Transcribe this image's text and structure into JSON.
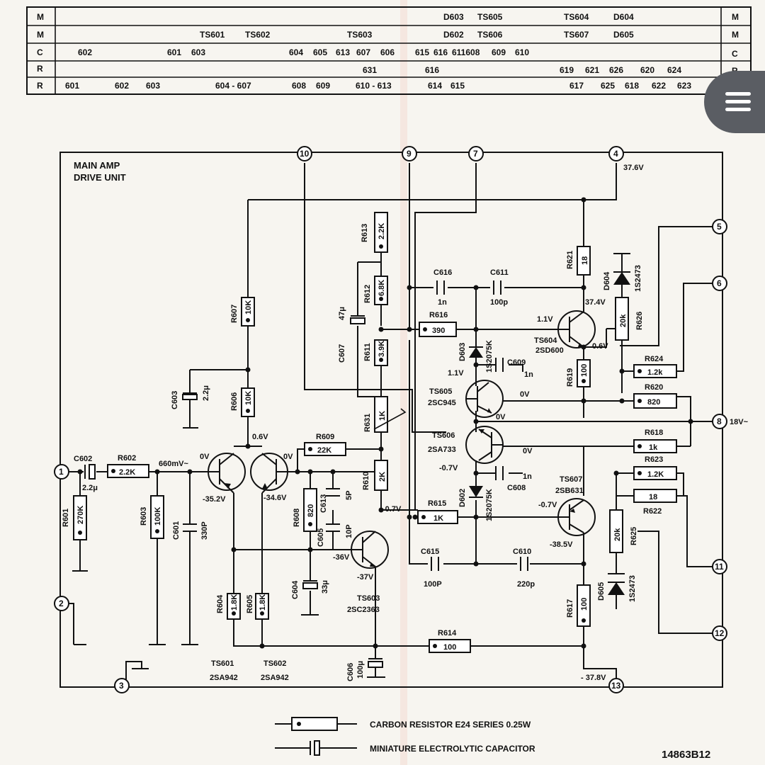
{
  "table": {
    "row_labels": [
      "M",
      "M",
      "C",
      "R",
      "R"
    ],
    "right_labels": [
      "M",
      "M",
      "C",
      "R"
    ],
    "rows": [
      [
        "D603",
        "TS605",
        "TS604",
        "D604"
      ],
      [
        "TS601",
        "TS602",
        "TS603",
        "D602",
        "TS606",
        "TS607",
        "D605"
      ],
      [
        "602",
        "601",
        "603",
        "604",
        "605",
        "613",
        "607",
        "606",
        "615",
        "616",
        "611608",
        "609",
        "610"
      ],
      [
        "631",
        "616",
        "619",
        "621",
        "626",
        "620",
        "624"
      ],
      [
        "601",
        "602",
        "603",
        "604 - 607",
        "608",
        "609",
        "610 - 613",
        "614",
        "615",
        "617",
        "625",
        "618",
        "622",
        "623"
      ]
    ]
  },
  "title": {
    "line1": "MAIN AMP",
    "line2": "DRIVE UNIT"
  },
  "nodes": [
    "1",
    "2",
    "3",
    "4",
    "5",
    "6",
    "7",
    "8",
    "9",
    "10",
    "11",
    "12",
    "13"
  ],
  "resistors": {
    "R601": "270K",
    "R602": "2.2K",
    "R603": "100K",
    "R604": "1.8K",
    "R605": "1.8K",
    "R606": "10K",
    "R607": "10K",
    "R608": "820",
    "R609": "22K",
    "R610": "2K",
    "R611": "3.9K",
    "R612": "6.8K",
    "R613": "2.2K",
    "R614": "100",
    "R615": "1K",
    "R616": "390",
    "R617": "100",
    "R618": "1k",
    "R619": "100",
    "R620": "820",
    "R621": "18",
    "R622": "18",
    "R623": "1.2K",
    "R624": "1.2k",
    "R625": "20k",
    "R626": "20k",
    "R631": "1K"
  },
  "capacitors": {
    "C601": "330P",
    "C602": "2.2μ",
    "C603": "2.2μ",
    "C604": "33μ",
    "C605": "10P",
    "C606": "100μ",
    "C607": "47μ",
    "C608": "1n",
    "C609": "1n",
    "C610": "220p",
    "C611": "100p",
    "C613": "5P",
    "C615": "100P",
    "C616": "1n"
  },
  "transistors": {
    "TS601": "2SA942",
    "TS602": "2SA942",
    "TS603": "2SC2363",
    "TS604": "2SD600",
    "TS605": "2SC945",
    "TS606": "2SA733",
    "TS607": "2SB631"
  },
  "diodes": {
    "D602": "1S2075K",
    "D603": "1S2075K",
    "D604": "1S2473",
    "D605": "1S2473"
  },
  "voltages": {
    "pos_rail": "37.6V",
    "neg_rail": "- 37.8V",
    "ac_in": "660mV~",
    "ac_18": "18V~",
    "v_0": "0V",
    "v_06": "0.6V",
    "v_352": "-35.2V",
    "v_346": "-34.6V",
    "v_36": "-36V",
    "v_37": "-37V",
    "v_07": "-0.7V",
    "v_11": "1.1V",
    "v_374": "37.4V",
    "v_385": "-38.5V"
  },
  "legend": {
    "resistor": "CARBON RESISTOR E24 SERIES  0.25W",
    "capacitor": "MINIATURE ELECTROLYTIC CAPACITOR"
  },
  "doc_number": "14863B12",
  "menu": {
    "icon": "hamburger-menu-icon"
  }
}
